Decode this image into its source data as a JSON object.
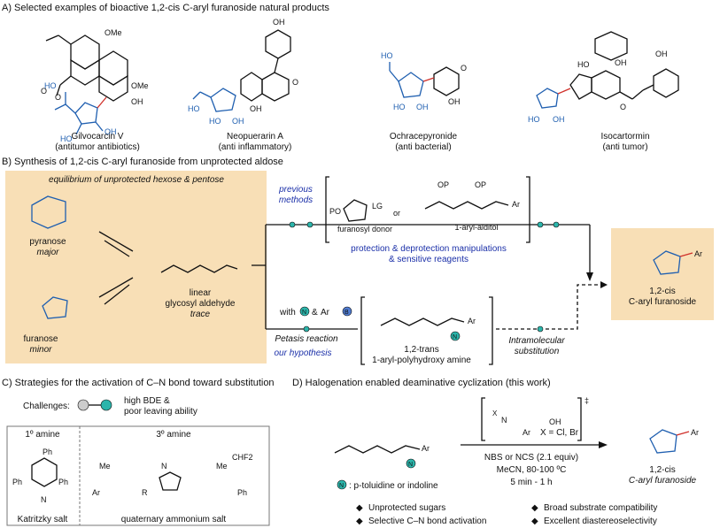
{
  "sectionA": {
    "title": "A) Selected examples of bioactive 1,2-cis C-aryl furanoside natural products",
    "products": [
      {
        "name": "Gilvocarcin V",
        "activity": "(antitumor antibiotics)"
      },
      {
        "name": "Neopuerarin A",
        "activity": "(anti inflammatory)"
      },
      {
        "name": "Ochracepyronide",
        "activity": "(anti bacterial)"
      },
      {
        "name": "Isocartormin",
        "activity": "(anti tumor)"
      }
    ]
  },
  "sectionB": {
    "title": "B) Synthesis of 1,2-cis C-aryl furanoside from unprotected aldose",
    "equilibrium": "equilibrium of unprotected hexose & pentose",
    "pyranose": "pyranose",
    "pyranose_sub": "major",
    "furanose": "furanose",
    "furanose_sub": "minor",
    "linear1": "linear",
    "linear2": "glycosyl aldehyde",
    "linear3": "trace",
    "previous1": "previous",
    "previous2": "methods",
    "furanosyl_donor": "furanosyl donor",
    "or": "or",
    "alditol": "1-aryl-alditol",
    "protection1": "protection & deprotection manipulations",
    "protection2": "& sensitive reagents",
    "with": "with",
    "amp": "&",
    "ar": "Ar",
    "petasis": "Petasis reaction",
    "hypothesis": "our hypothesis",
    "trans1": "1,2-trans",
    "trans2": "1-aryl-polyhydroxy amine",
    "intra1": "Intramolecular",
    "intra2": "substitution",
    "product1": "1,2-cis",
    "product2": "C-aryl furanoside",
    "lg": "LG",
    "po": "PO",
    "op": "OP",
    "or_label": "OR"
  },
  "sectionC": {
    "title": "C) Strategies for the activation of C–N bond toward substitution",
    "challenges": "Challenges:",
    "bde1": "high BDE &",
    "bde2": "poor leaving ability",
    "primary": "1º amine",
    "tertiary": "3º amine",
    "katritzky": "Katritzky salt",
    "quaternary": "quaternary ammonium salt"
  },
  "sectionD": {
    "title": "D) Halogenation enabled deaminative cyclization (this work)",
    "amine_note": ": p-toluidine or indoline",
    "x_note": "X = Cl, Br",
    "reagent": "NBS or NCS (2.1 equiv)",
    "solvent": "MeCN, 80-100 ºC",
    "time": "5 min - 1 h",
    "product1": "1,2-cis",
    "product2": "C-aryl furanoside",
    "features": [
      "Unprotected sugars",
      "Selective C–N bond activation",
      "Broad substrate compatibility",
      "Excellent diastereoselectivity"
    ]
  },
  "colors": {
    "panel": "#f8dfb6",
    "blue": "#1f5fb0",
    "teal": "#2bb5ab",
    "navy": "#1a2fa8",
    "red": "#d0302a"
  }
}
